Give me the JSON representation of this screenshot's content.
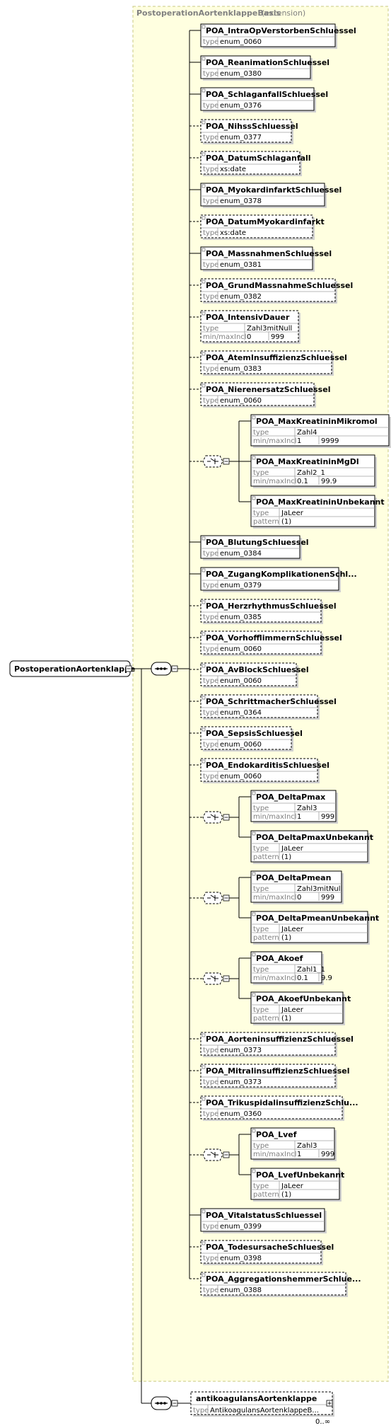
{
  "diagram": {
    "extension_title": "PostoperationAortenklappeBasis",
    "extension_suffix": "(extension)",
    "root": {
      "name": "PostoperationAortenklappe"
    },
    "type_label": "type",
    "minmax_label": "min/maxIncl",
    "pattern_label": "pattern",
    "elements": [
      {
        "name": "POA_IntraOpVerstorbenSchluessel",
        "type": "enum_0060",
        "optional": false
      },
      {
        "name": "POA_ReanimationSchluessel",
        "type": "enum_0380",
        "optional": false
      },
      {
        "name": "POA_SchlaganfallSchluessel",
        "type": "enum_0376",
        "optional": false
      },
      {
        "name": "POA_NihssSchluessel",
        "type": "enum_0377",
        "optional": true
      },
      {
        "name": "POA_DatumSchlaganfall",
        "type": "xs:date",
        "optional": true
      },
      {
        "name": "POA_MyokardinfarktSchluessel",
        "type": "enum_0378",
        "optional": false
      },
      {
        "name": "POA_DatumMyokardinfarkt",
        "type": "xs:date",
        "optional": true
      },
      {
        "name": "POA_MassnahmenSchluessel",
        "type": "enum_0381",
        "optional": false
      },
      {
        "name": "POA_GrundMassnahmeSchluessel",
        "type": "enum_0382",
        "optional": true
      },
      {
        "name": "POA_IntensivDauer",
        "type": "Zahl3mitNull",
        "min": "0",
        "max": "999",
        "optional": true
      },
      {
        "name": "POA_AtemInsuffizienzSchluessel",
        "type": "enum_0383",
        "optional": true
      },
      {
        "name": "POA_NierenersatzSchluessel",
        "type": "enum_0060",
        "optional": true
      },
      {
        "choice": true,
        "optional": true,
        "items": [
          {
            "name": "POA_MaxKreatininMikromol",
            "type": "Zahl4",
            "min": "1",
            "max": "9999"
          },
          {
            "name": "POA_MaxKreatininMgDl",
            "type": "Zahl2_1",
            "min": "0.1",
            "max": "99.9"
          },
          {
            "name": "POA_MaxKreatininUnbekannt",
            "type": "JaLeer",
            "pattern": "(1)"
          }
        ]
      },
      {
        "name": "POA_BlutungSchluessel",
        "type": "enum_0384",
        "optional": false
      },
      {
        "name": "POA_ZugangKomplikationenSchl...",
        "type": "enum_0379",
        "optional": false
      },
      {
        "name": "POA_HerzrhythmusSchluessel",
        "type": "enum_0385",
        "optional": true
      },
      {
        "name": "POA_VorhofflimmernSchluessel",
        "type": "enum_0060",
        "optional": true
      },
      {
        "name": "POA_AvBlockSchluessel",
        "type": "enum_0060",
        "optional": true
      },
      {
        "name": "POA_SchrittmacherSchluessel",
        "type": "enum_0364",
        "optional": true
      },
      {
        "name": "POA_SepsisSchluessel",
        "type": "enum_0060",
        "optional": true
      },
      {
        "name": "POA_EndokarditisSchluessel",
        "type": "enum_0060",
        "optional": true
      },
      {
        "choice": true,
        "optional": true,
        "items": [
          {
            "name": "POA_DeltaPmax",
            "type": "Zahl3",
            "min": "1",
            "max": "999"
          },
          {
            "name": "POA_DeltaPmaxUnbekannt",
            "type": "JaLeer",
            "pattern": "(1)"
          }
        ]
      },
      {
        "choice": true,
        "optional": true,
        "items": [
          {
            "name": "POA_DeltaPmean",
            "type": "Zahl3mitNull",
            "min": "0",
            "max": "999"
          },
          {
            "name": "POA_DeltaPmeanUnbekannt",
            "type": "JaLeer",
            "pattern": "(1)"
          }
        ]
      },
      {
        "choice": true,
        "optional": true,
        "items": [
          {
            "name": "POA_Akoef",
            "type": "Zahl1_1",
            "min": "0.1",
            "max": "9.9"
          },
          {
            "name": "POA_AkoefUnbekannt",
            "type": "JaLeer",
            "pattern": "(1)"
          }
        ]
      },
      {
        "name": "POA_AorteninsuffizienzSchluessel",
        "type": "enum_0373",
        "optional": true
      },
      {
        "name": "POA_MitralinsuffizienzSchluessel",
        "type": "enum_0373",
        "optional": true
      },
      {
        "name": "POA_TrikuspidalinsuffizienzSchlu...",
        "type": "enum_0360",
        "optional": true
      },
      {
        "choice": true,
        "optional": true,
        "items": [
          {
            "name": "POA_Lvef",
            "type": "Zahl3",
            "min": "1",
            "max": "999"
          },
          {
            "name": "POA_LvefUnbekannt",
            "type": "JaLeer",
            "pattern": "(1)"
          }
        ]
      },
      {
        "name": "POA_VitalstatusSchluessel",
        "type": "enum_0399",
        "optional": false
      },
      {
        "name": "POA_TodesursacheSchluessel",
        "type": "enum_0398",
        "optional": true
      },
      {
        "name": "POA_AggregationshemmerSchlue...",
        "type": "enum_0388",
        "optional": true
      }
    ],
    "bottom_element": {
      "name": "antikoagulansAortenklappe",
      "type": "AntikoagulansAortenklappeB...",
      "cardinality": "0..∞"
    }
  },
  "colors": {
    "extension_fill": "#ffffe0",
    "extension_border": "#c8c880",
    "line": "#000000",
    "compositor_fill": "#ffffff",
    "gray_text": "#808080"
  }
}
